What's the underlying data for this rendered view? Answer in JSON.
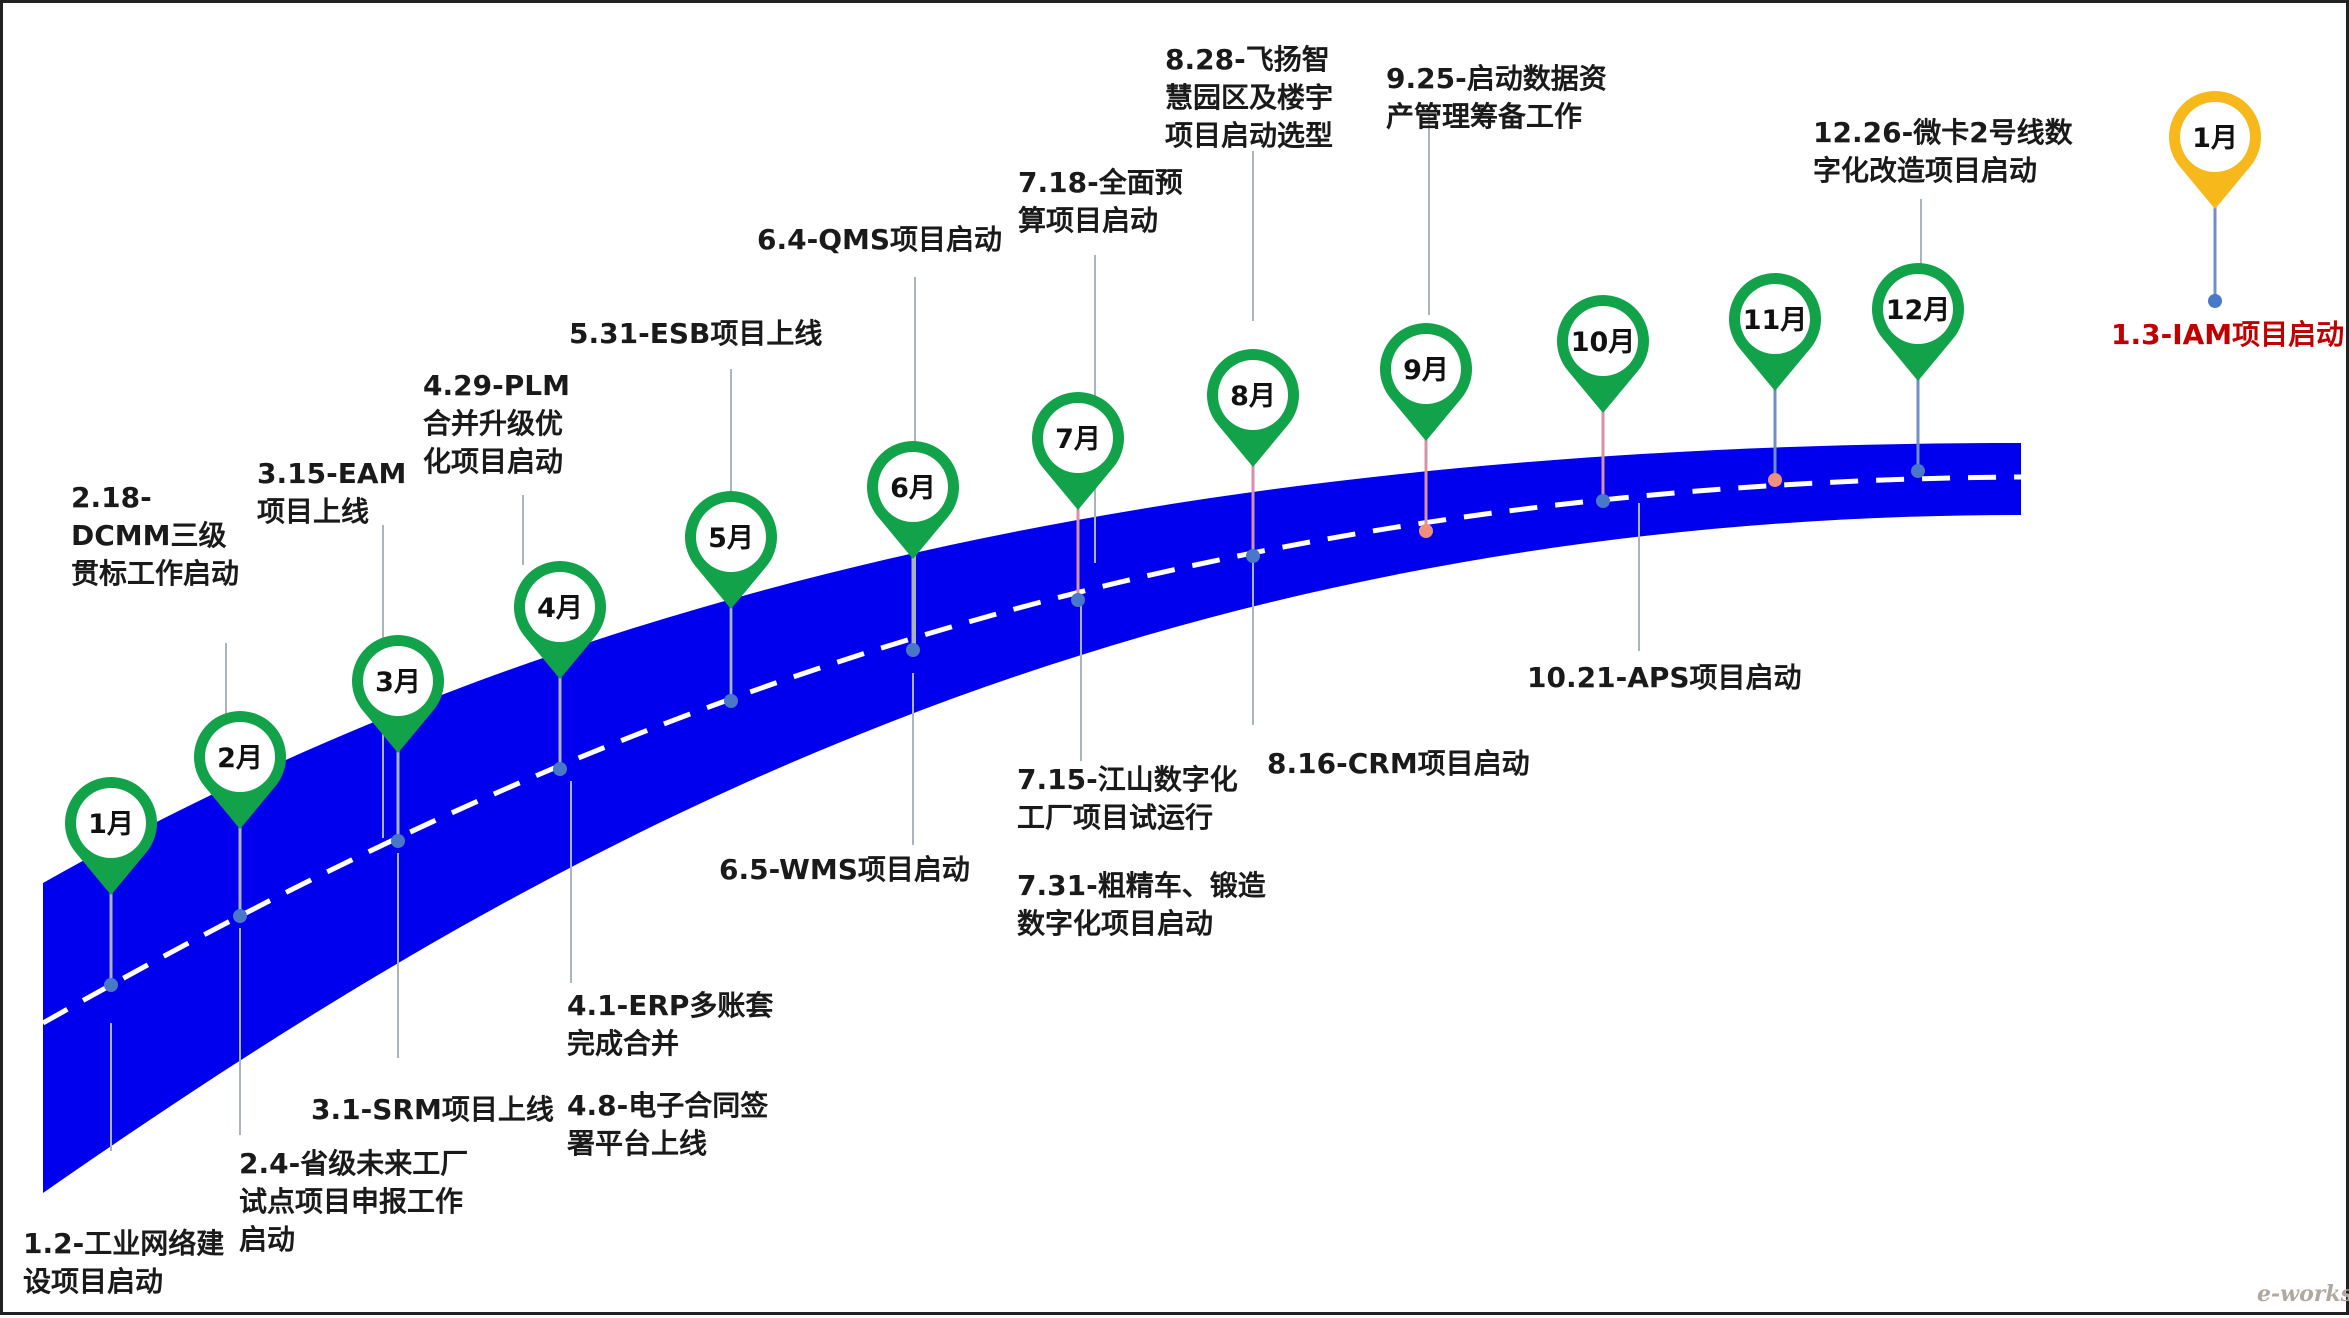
{
  "colors": {
    "road": "#0000ee",
    "road_dash": "#ffffff",
    "pin_green": "#12a34a",
    "pin_yellow": "#f6b81a",
    "text": "#1a1a1a",
    "text_red": "#c00000",
    "stem_gray": "#a9b4bf",
    "stem_pink": "#d891a6",
    "stem_blue": "#6f8fc6",
    "dot_blue": "#4a78c8",
    "dot_orange": "#f0907a"
  },
  "months": [
    {
      "label": "1月"
    },
    {
      "label": "2月"
    },
    {
      "label": "3月"
    },
    {
      "label": "4月"
    },
    {
      "label": "5月"
    },
    {
      "label": "6月"
    },
    {
      "label": "7月"
    },
    {
      "label": "8月"
    },
    {
      "label": "9月"
    },
    {
      "label": "10月"
    },
    {
      "label": "11月"
    },
    {
      "label": "12月"
    }
  ],
  "next_year_pin": {
    "label": "1月"
  },
  "events": [
    {
      "lines": [
        "1.2-工业网络建",
        "设项目启动"
      ]
    },
    {
      "lines": [
        "2.18-",
        "DCMM三级",
        "贯标工作启动"
      ]
    },
    {
      "lines": [
        "2.4-省级未来工厂",
        "试点项目申报工作",
        "启动"
      ]
    },
    {
      "lines": [
        "3.15-EAM",
        "项目上线"
      ]
    },
    {
      "lines": [
        "3.1-SRM项目上线"
      ]
    },
    {
      "lines": [
        "4.29-PLM",
        "合并升级优",
        "化项目启动"
      ]
    },
    {
      "lines": [
        "4.1-ERP多账套",
        "完成合并"
      ]
    },
    {
      "lines": [
        "4.8-电子合同签",
        "署平台上线"
      ]
    },
    {
      "lines": [
        "5.31-ESB项目上线"
      ]
    },
    {
      "lines": [
        "6.4-QMS项目启动"
      ]
    },
    {
      "lines": [
        "6.5-WMS项目启动"
      ]
    },
    {
      "lines": [
        "7.18-全面预",
        "算项目启动"
      ]
    },
    {
      "lines": [
        "7.15-江山数字化",
        "工厂项目试运行"
      ]
    },
    {
      "lines": [
        "7.31-粗精车、锻造",
        "数字化项目启动"
      ]
    },
    {
      "lines": [
        "8.28-飞扬智",
        "慧园区及楼宇",
        "项目启动选型"
      ]
    },
    {
      "lines": [
        "8.16-CRM项目启动"
      ]
    },
    {
      "lines": [
        "9.25-启动数据资",
        "产管理筹备工作"
      ]
    },
    {
      "lines": [
        "10.21-APS项目启动"
      ]
    },
    {
      "lines": [
        "12.26-微卡2号线数",
        "字化改造项目启动"
      ]
    },
    {
      "lines": [
        "1.3-IAM项目启动"
      ]
    }
  ],
  "watermark": "e-works"
}
